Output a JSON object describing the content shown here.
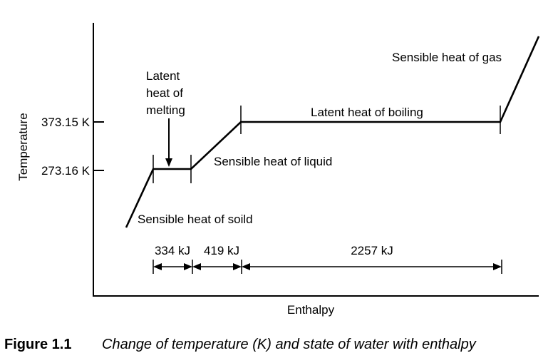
{
  "chart_data": {
    "type": "line",
    "xlabel": "Enthalpy",
    "ylabel": "Temperature",
    "y_ticks": [
      "373.15 K",
      "273.16 K"
    ],
    "segments": [
      {
        "label": "Sensible heat of soild"
      },
      {
        "label": "Latent heat of melting",
        "lines": [
          "Latent",
          "heat of",
          "melting"
        ]
      },
      {
        "label": "Sensible heat of liquid"
      },
      {
        "label": "Latent heat of boiling"
      },
      {
        "label": "Sensible heat of gas"
      }
    ],
    "intervals": [
      {
        "label": "334 kJ",
        "value": 334
      },
      {
        "label": "419 kJ",
        "value": 419
      },
      {
        "label": "2257 kJ",
        "value": 2257
      }
    ],
    "temperatures_K": [
      273.16,
      373.15
    ]
  },
  "caption": {
    "number": "Figure 1.1",
    "text": "Change of temperature (K) and state of water with enthalpy"
  }
}
